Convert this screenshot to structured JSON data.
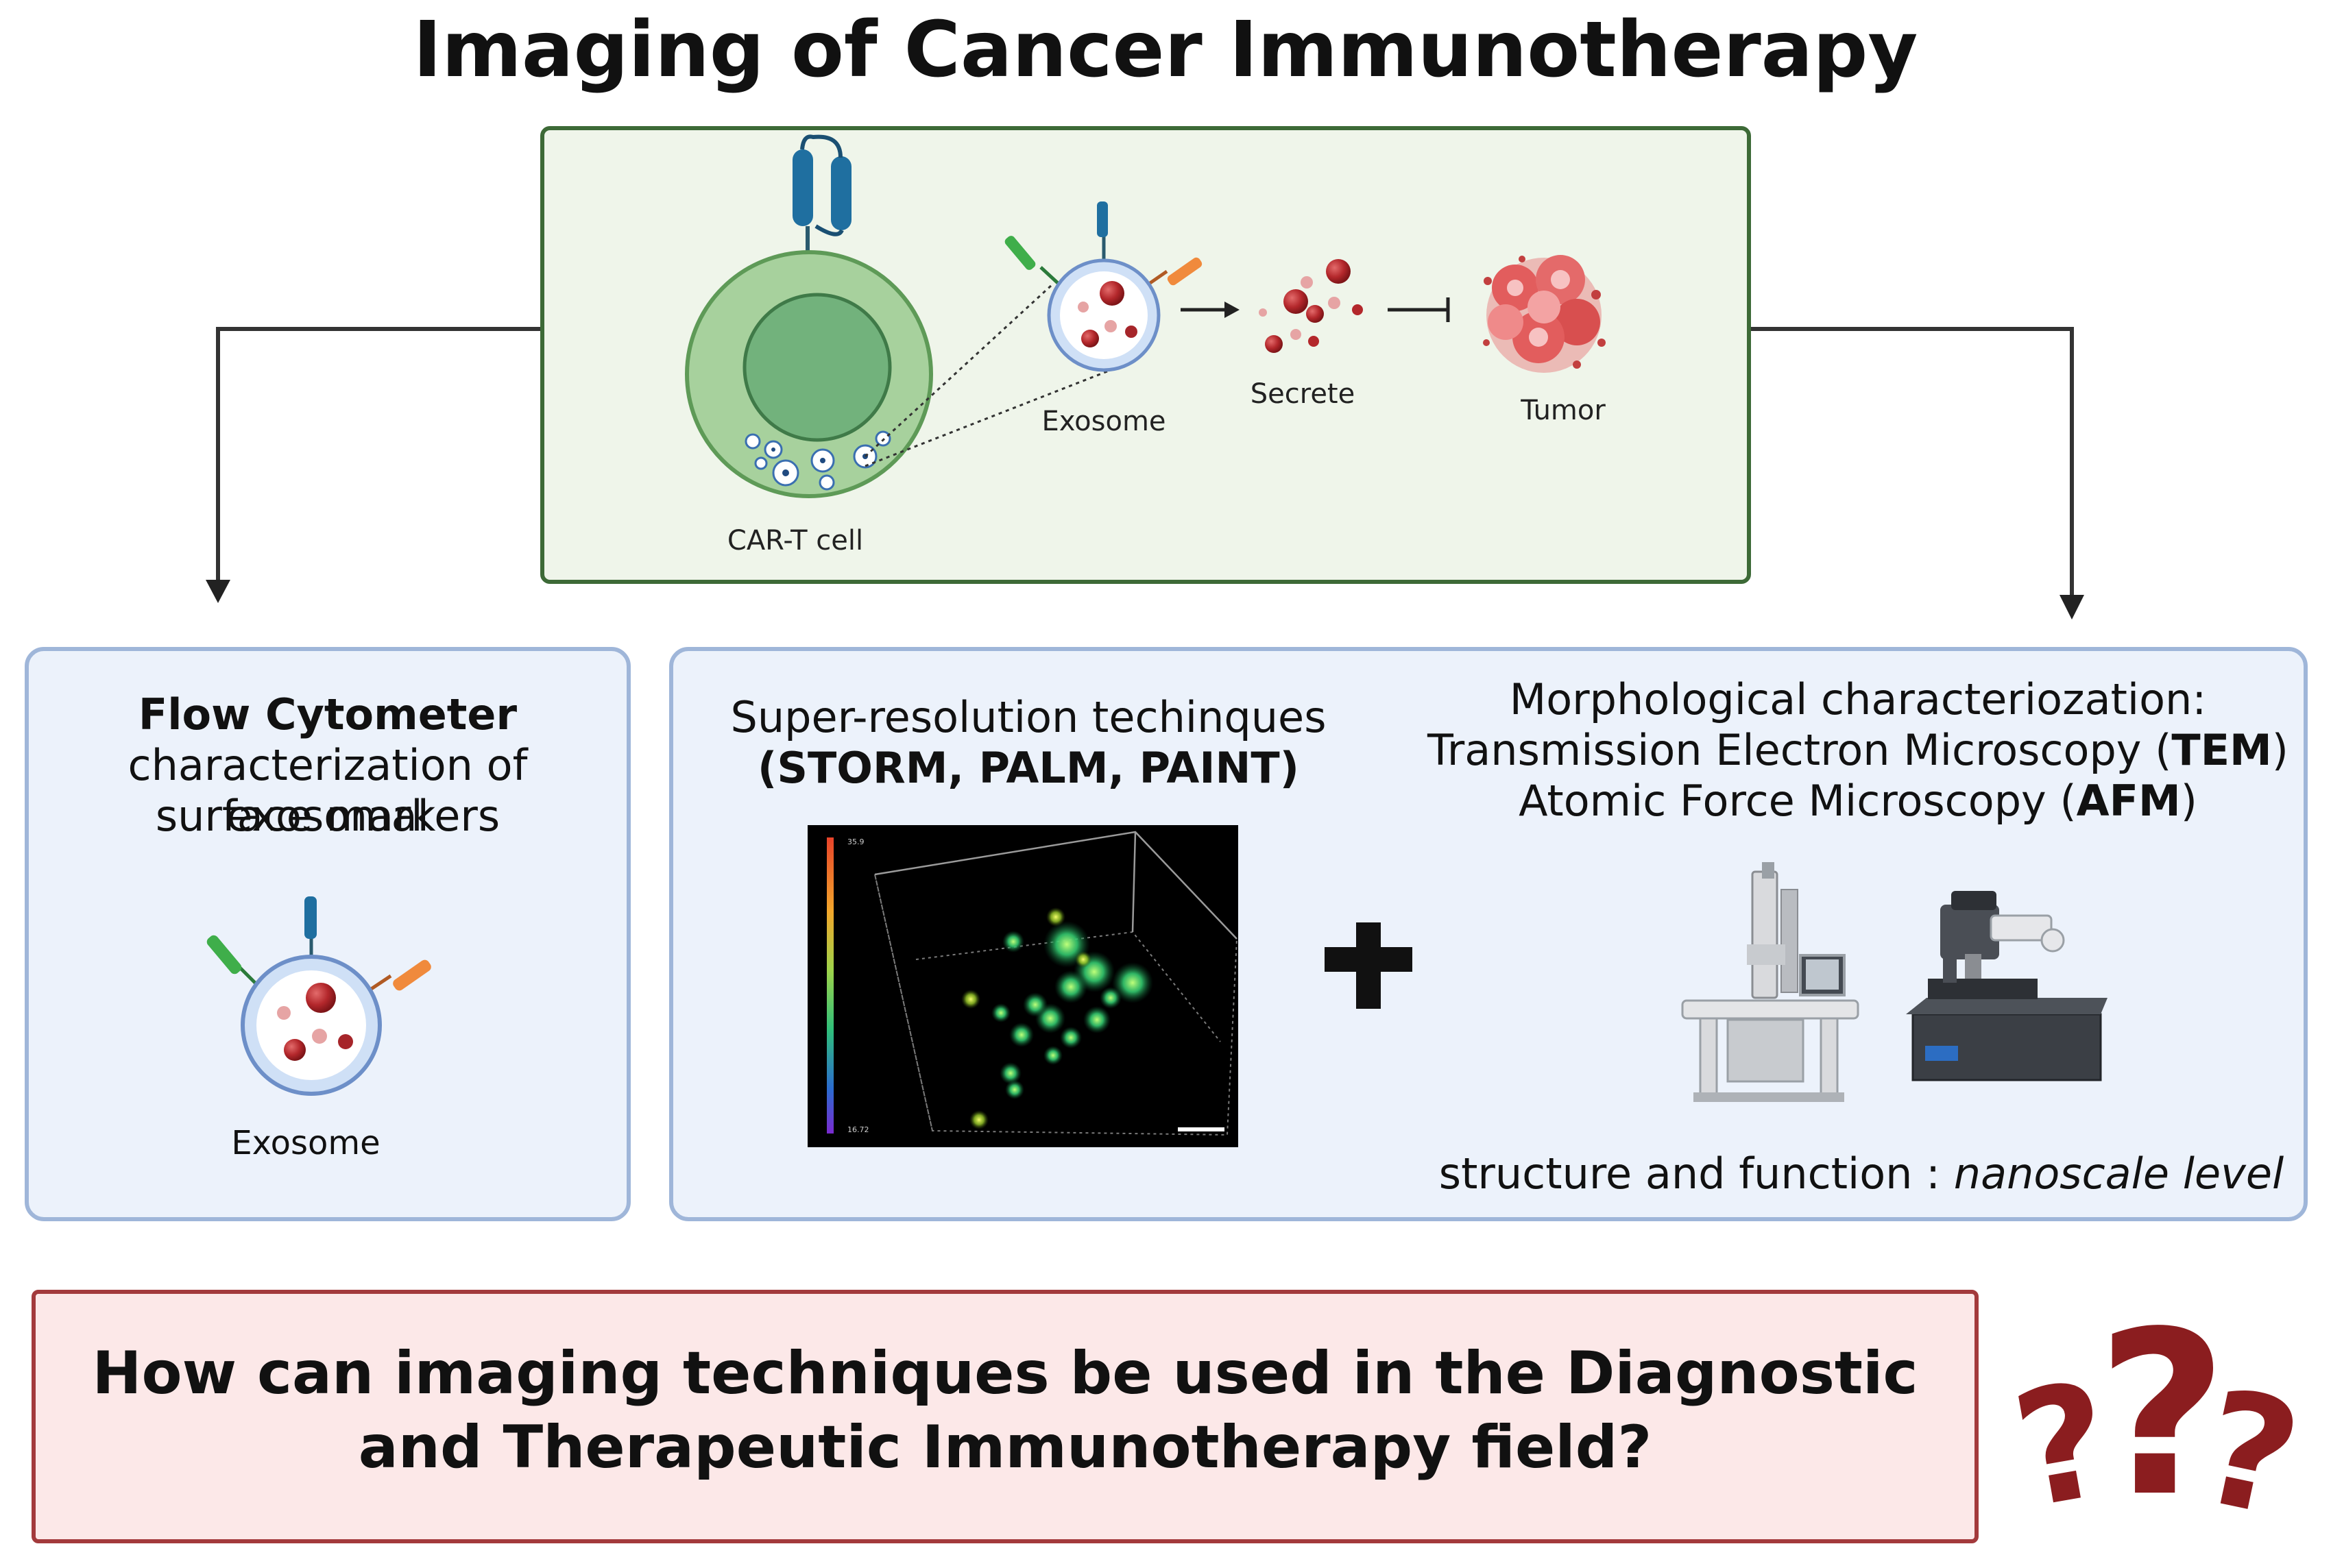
{
  "title": "Imaging of Cancer Immunotherapy",
  "top_panel": {
    "cart_label": "CAR-T cell",
    "exosome_label": "Exosome",
    "secrete_label": "Secrete",
    "tumor_label": "Tumor"
  },
  "flow_panel": {
    "heading": "Flow Cytometer",
    "line1": "characterization of exosomal",
    "line2": "surface markers",
    "exosome_label": "Exosome"
  },
  "super_res": {
    "line1": "Super-resolution techinques",
    "line2": "(STORM, PALM, PAINT)",
    "colorbar_top": "35.9",
    "colorbar_bottom": "16.72"
  },
  "morph": {
    "line1": "Morphological characteriozation:",
    "line2_pre": "Transmission Electron Microscopy (",
    "line2_bold": "TEM",
    "line2_post": ")",
    "line3_pre": "Atomic Force Microscopy  (",
    "line3_bold": "AFM",
    "line3_post": ")",
    "footer_pre": "structure and function : ",
    "footer_italic": "nanoscale level"
  },
  "question": {
    "line1": "How can imaging techniques be used in the Diagnostic",
    "line2": "and Therapeutic Immunotherapy field?"
  },
  "colors": {
    "green_border": "#3d6a37",
    "blue_border": "#9fb6d9",
    "red_border": "#a33a3c",
    "question_mark": "#8b1d1f"
  },
  "icons": [
    "car-t-cell-icon",
    "exosome-icon",
    "secrete-particles-icon",
    "tumor-icon",
    "super-resolution-image",
    "tem-microscope-icon",
    "afm-microscope-icon",
    "plus-icon",
    "question-marks-icon"
  ]
}
